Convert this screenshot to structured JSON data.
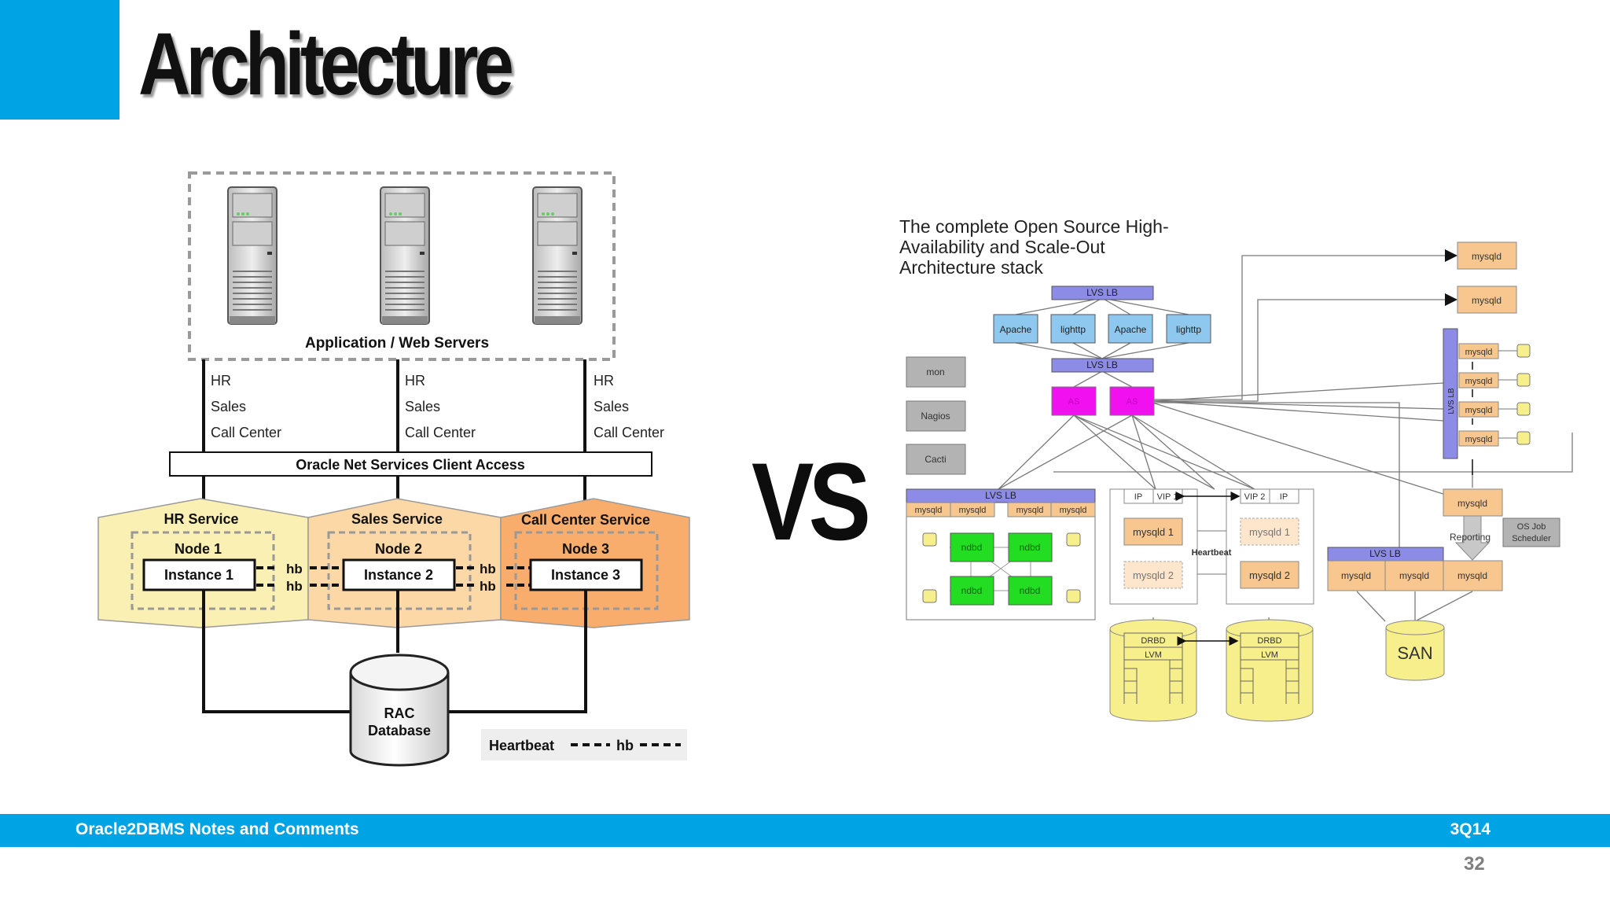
{
  "slide": {
    "title": "Architecture",
    "vs": "VS",
    "footer_left": "Oracle2DBMS Notes and Comments",
    "footer_right": "3Q14",
    "page_number": "32"
  },
  "left_diagram": {
    "app_servers_label": "Application / Web Servers",
    "service_labels": [
      "HR",
      "Sales",
      "Call Center"
    ],
    "client_access": "Oracle Net Services Client Access",
    "services": [
      {
        "name": "HR Service",
        "node": "Node 1",
        "instance": "Instance 1",
        "color": "#fbf0b4"
      },
      {
        "name": "Sales Service",
        "node": "Node 2",
        "instance": "Instance 2",
        "color": "#fcd8a6"
      },
      {
        "name": "Call Center Service",
        "node": "Node 3",
        "instance": "Instance 3",
        "color": "#f9ad6c"
      }
    ],
    "hb": "hb",
    "database_line1": "RAC",
    "database_line2": "Database",
    "legend_heartbeat": "Heartbeat",
    "legend_hb": "hb"
  },
  "right_diagram": {
    "caption_line1": "The complete Open Source High-",
    "caption_line2": "Availability and Scale-Out",
    "caption_line3": "Architecture stack",
    "lvs_lb": "LVS LB",
    "web_servers": [
      "Apache",
      "lighttp",
      "Apache",
      "lighttp"
    ],
    "monitoring": [
      "mon",
      "Nagios",
      "Cacti"
    ],
    "as": "AS",
    "mysqld": "mysqld",
    "ndbd": "ndbd",
    "ip": "IP",
    "vip1": "VIP 1",
    "vip2": "VIP 2",
    "mysqld1": "mysqld 1",
    "mysqld2": "mysqld 2",
    "heartbeat": "Heartbeat",
    "drbd": "DRBD",
    "lvm": "LVM",
    "reporting": "Reporting",
    "os_job_line1": "OS Job",
    "os_job_line2": "Scheduler",
    "san": "SAN"
  }
}
